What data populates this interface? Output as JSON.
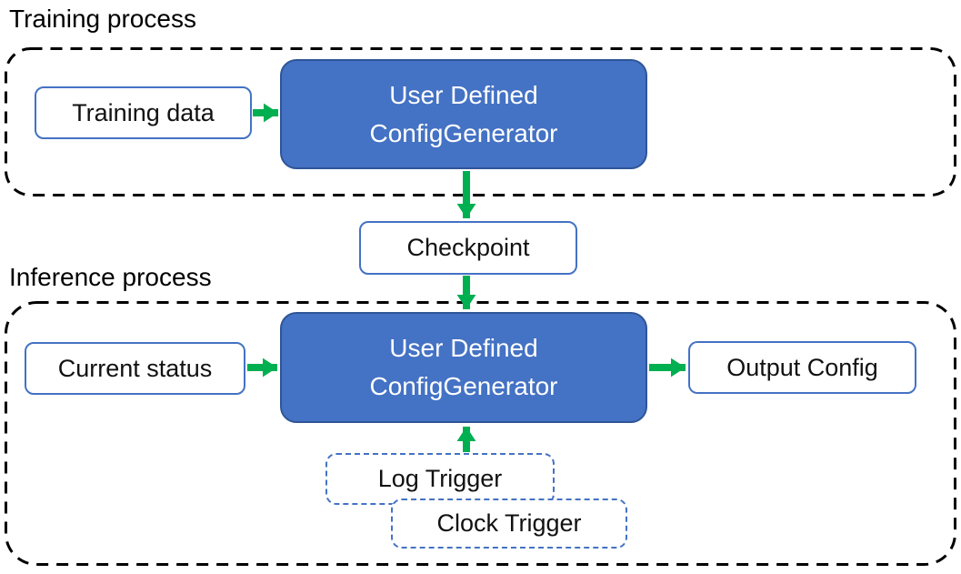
{
  "colors": {
    "generator_fill": "#4472C4",
    "generator_border": "#2F5597",
    "outline_blue": "#4472C4",
    "arrow_green": "#00AF50",
    "container_black": "#000000",
    "text_dark": "#111111",
    "text_white": "#FFFFFF"
  },
  "training": {
    "section_label": "Training process",
    "data_box": "Training data",
    "generator": {
      "line1": "User Defined",
      "line2": "ConfigGenerator"
    }
  },
  "checkpoint": {
    "label": "Checkpoint"
  },
  "inference": {
    "section_label": "Inference process",
    "status_box": "Current status",
    "generator": {
      "line1": "User Defined",
      "line2": "ConfigGenerator"
    },
    "output_box": "Output Config",
    "log_trigger": "Log Trigger",
    "clock_trigger": "Clock Trigger"
  },
  "connections": [
    {
      "from": "Training data",
      "to": "User Defined ConfigGenerator (training)"
    },
    {
      "from": "User Defined ConfigGenerator (training)",
      "to": "Checkpoint"
    },
    {
      "from": "Checkpoint",
      "to": "User Defined ConfigGenerator (inference)"
    },
    {
      "from": "Current status",
      "to": "User Defined ConfigGenerator (inference)"
    },
    {
      "from": "User Defined ConfigGenerator (inference)",
      "to": "Output Config"
    },
    {
      "from": "Log Trigger / Clock Trigger",
      "to": "User Defined ConfigGenerator (inference)"
    }
  ]
}
